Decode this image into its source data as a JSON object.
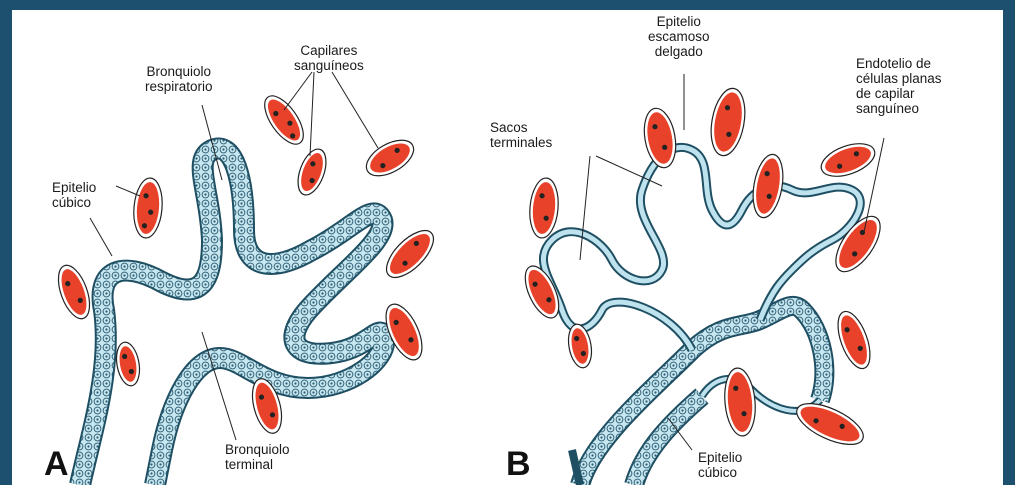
{
  "panel_a": {
    "letter": "A",
    "capilares": [
      "Capilares",
      "sanguíneos"
    ],
    "bronquiolo_resp": [
      "Bronquiolo",
      "respiratorio"
    ],
    "epitelio_cubico": [
      "Epitelio",
      "cúbico"
    ],
    "bronquiolo_term": [
      "Bronquiolo",
      "terminal"
    ]
  },
  "panel_b": {
    "letter": "B",
    "epitelio_escamoso": [
      "Epitelio",
      "escamoso",
      "delgado"
    ],
    "sacos": [
      "Sacos",
      "terminales"
    ],
    "endotelio": [
      "Endotelio de",
      "células planas",
      "de capilar",
      "sanguíneo"
    ],
    "epitelio_cubico": [
      "Epitelio",
      "cúbico"
    ]
  },
  "colors": {
    "frame": "#1d4f6e",
    "epithelium_fill": "#bfe3ee",
    "epithelium_stroke": "#1f4f63",
    "capillary_red": "#e8432a",
    "capillary_edge": "#ffffff"
  }
}
